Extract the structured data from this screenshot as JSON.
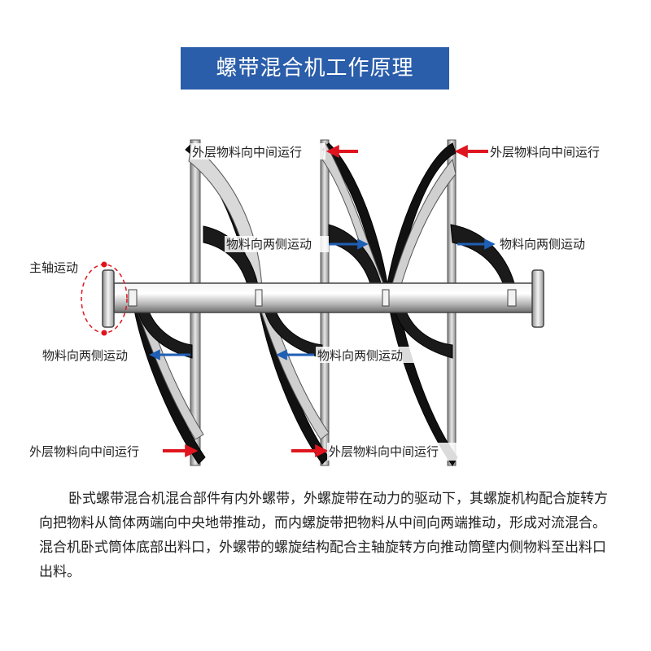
{
  "title": "螺带混合机工作原理",
  "labels": {
    "top_left": "外层物料向中间运行",
    "top_right": "外层物料向中间运行",
    "mid_right_1": "物料向两侧运动",
    "mid_right_2": "物料向两侧运动",
    "shaft": "主轴运动",
    "lower_left": "物料向两侧运动",
    "lower_mid": "物料向两侧运动",
    "bottom_left": "外层物料向中间运行",
    "bottom_mid": "外层物料向中间运行"
  },
  "colors": {
    "title_bg": "#2a5daa",
    "red_arrow": "#e0141e",
    "blue_arrow": "#1f5fb5"
  },
  "description": {
    "para1": "卧式螺带混合机混合部件有内外螺带，外螺旋带在动力的驱动下，其螺旋机构配合旋转方向把物料从筒体两端向中央地带推动，而内螺旋带把物料从中间向两端推动，形成对流混合。",
    "para2": "混合机卧式筒体底部出料口，外螺带的螺旋结构配合主轴旋转方向推动筒壁内侧物料至出料口出料。"
  }
}
